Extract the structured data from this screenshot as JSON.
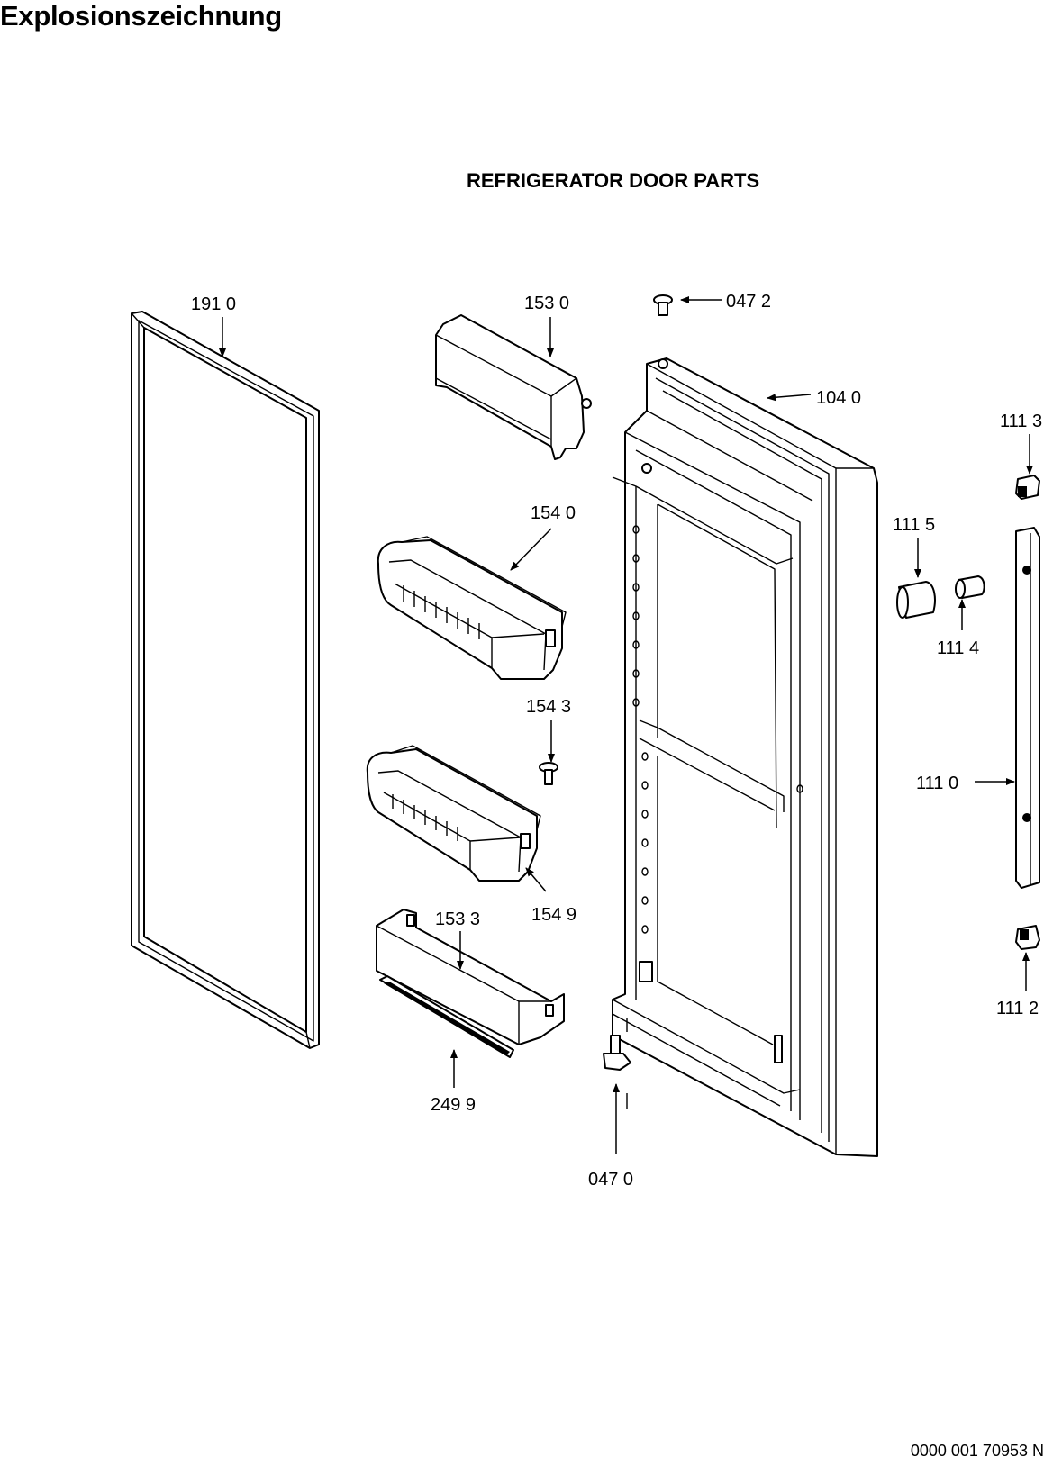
{
  "page_title": "Explosionszeichnung",
  "diagram_title": "REFRIGERATOR DOOR PARTS",
  "document_number": "0000 001 70953 N",
  "callouts": {
    "p1910": "191 0",
    "p1530": "153 0",
    "p0472": "047 2",
    "p1040": "104 0",
    "p1113": "111 3",
    "p1540": "154 0",
    "p1115": "111 5",
    "p1114": "111 4",
    "p1543": "154 3",
    "p1110": "111 0",
    "p1533": "153 3",
    "p1549": "154 9",
    "p1112": "111 2",
    "p2499": "249 9",
    "p0470": "047 0"
  }
}
